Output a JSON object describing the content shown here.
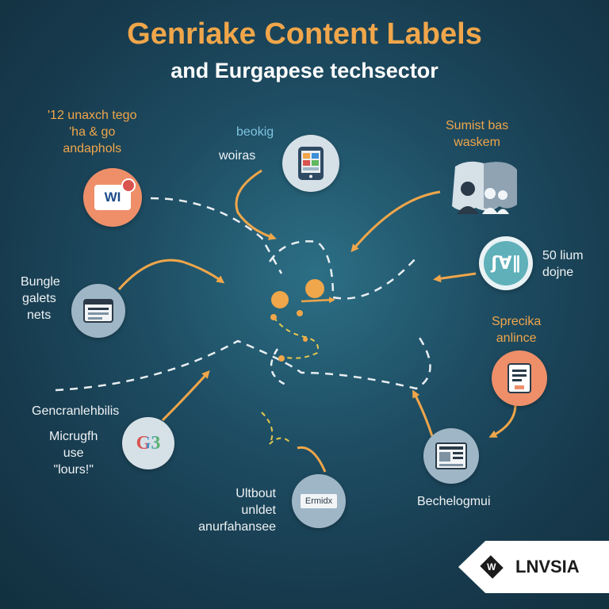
{
  "header": {
    "title": "Genriake Content Labels",
    "subtitle": "and Eurgapese techsector"
  },
  "labels": {
    "top_left": [
      "'12 unaxch tego",
      "'ha & go",
      "andaphols"
    ],
    "top_center_heading": "beokig",
    "top_center": "woiras",
    "top_right": [
      "Sumist bas",
      "waskem"
    ],
    "mid_right": [
      "50 lium",
      "dojne"
    ],
    "mid_left": [
      "Bungle",
      "galets",
      "nets"
    ],
    "right_orange": [
      "Sprecika",
      "anlince"
    ],
    "bottom_left_1": "Gencranlehbilis",
    "bottom_left_2": [
      "Micrugfh",
      "use",
      "\"lours!\""
    ],
    "bottom_center": [
      "Ultbout",
      "unldet",
      "anurfahansee"
    ],
    "bottom_right": "Bechelogmui"
  },
  "nodes": {
    "wi_icon_text": "WI",
    "g3_icon_text": "G3",
    "chart_icon_text": "ʃⱯ∥",
    "ermidx_text": "Ermidx"
  },
  "brand": {
    "name": "LNVSIA",
    "logo_letter": "W"
  },
  "colors": {
    "accent": "#f0a64a",
    "background": "#1e4d63",
    "orange_node": "#ee8f6a",
    "blue_node": "#9fb6c6"
  }
}
